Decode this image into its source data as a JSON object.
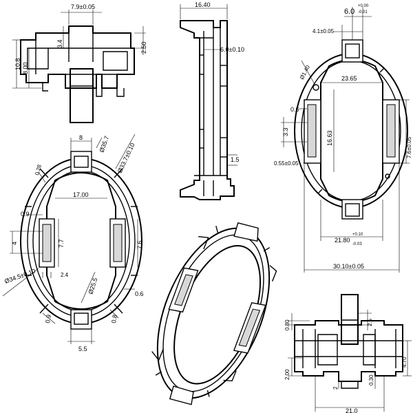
{
  "colors": {
    "line": "#000000",
    "background": "#ffffff",
    "shade": "#d8d8d8"
  },
  "front_view": {
    "dim_width_top": "7.9±0.05",
    "dim_height_left": "10.8",
    "dim_height_inner": "8.00",
    "dim_step": "3.4",
    "dim_right": "2.50"
  },
  "side_view": {
    "dim_width": "16.40",
    "dim_inner": "6.0±0.10",
    "dim_bottom": "1.5"
  },
  "top_left": {
    "dim_8": "8",
    "dim_outer_dia": "Ø35.7",
    "dim_dia_tol": "Ø33.7±0.10",
    "dim_028": "0.28",
    "dim_17": "17.00",
    "dim_09": "0.9",
    "dim_4": "4",
    "dim_77": "7.7",
    "dim_76": "7.6",
    "dim_345": "Ø34.5±0.10",
    "dim_24": "2.4",
    "dim_255": "Ø25.5",
    "dim_06": "0.6",
    "dim_09b": "0.9",
    "dim_08": "0.8",
    "dim_55": "5.5"
  },
  "top_right": {
    "dim_60_main": "6.0",
    "dim_60_plus": "+0.00",
    "dim_60_minus": "-0.01",
    "dim_41": "4.1±0.05",
    "dim_140": "Ø1.40",
    "dim_2365": "23.65",
    "dim_06": "0.6",
    "dim_33": "3.3",
    "dim_1663": "16.63",
    "dim_76": "7.6±0.05",
    "dim_055": "0.55±0.05",
    "dim_2180_main": "21.80",
    "dim_2180_plus": "+0.10",
    "dim_2180_minus": "-0.03",
    "dim_3010": "30.10±0.05"
  },
  "bottom_right": {
    "dim_080": "0.80",
    "dim_25": "2.5",
    "dim_200": "2.00",
    "dim_470": "4.70",
    "dim_030": "0.30",
    "dim_2": "2",
    "dim_210": "21.0"
  }
}
